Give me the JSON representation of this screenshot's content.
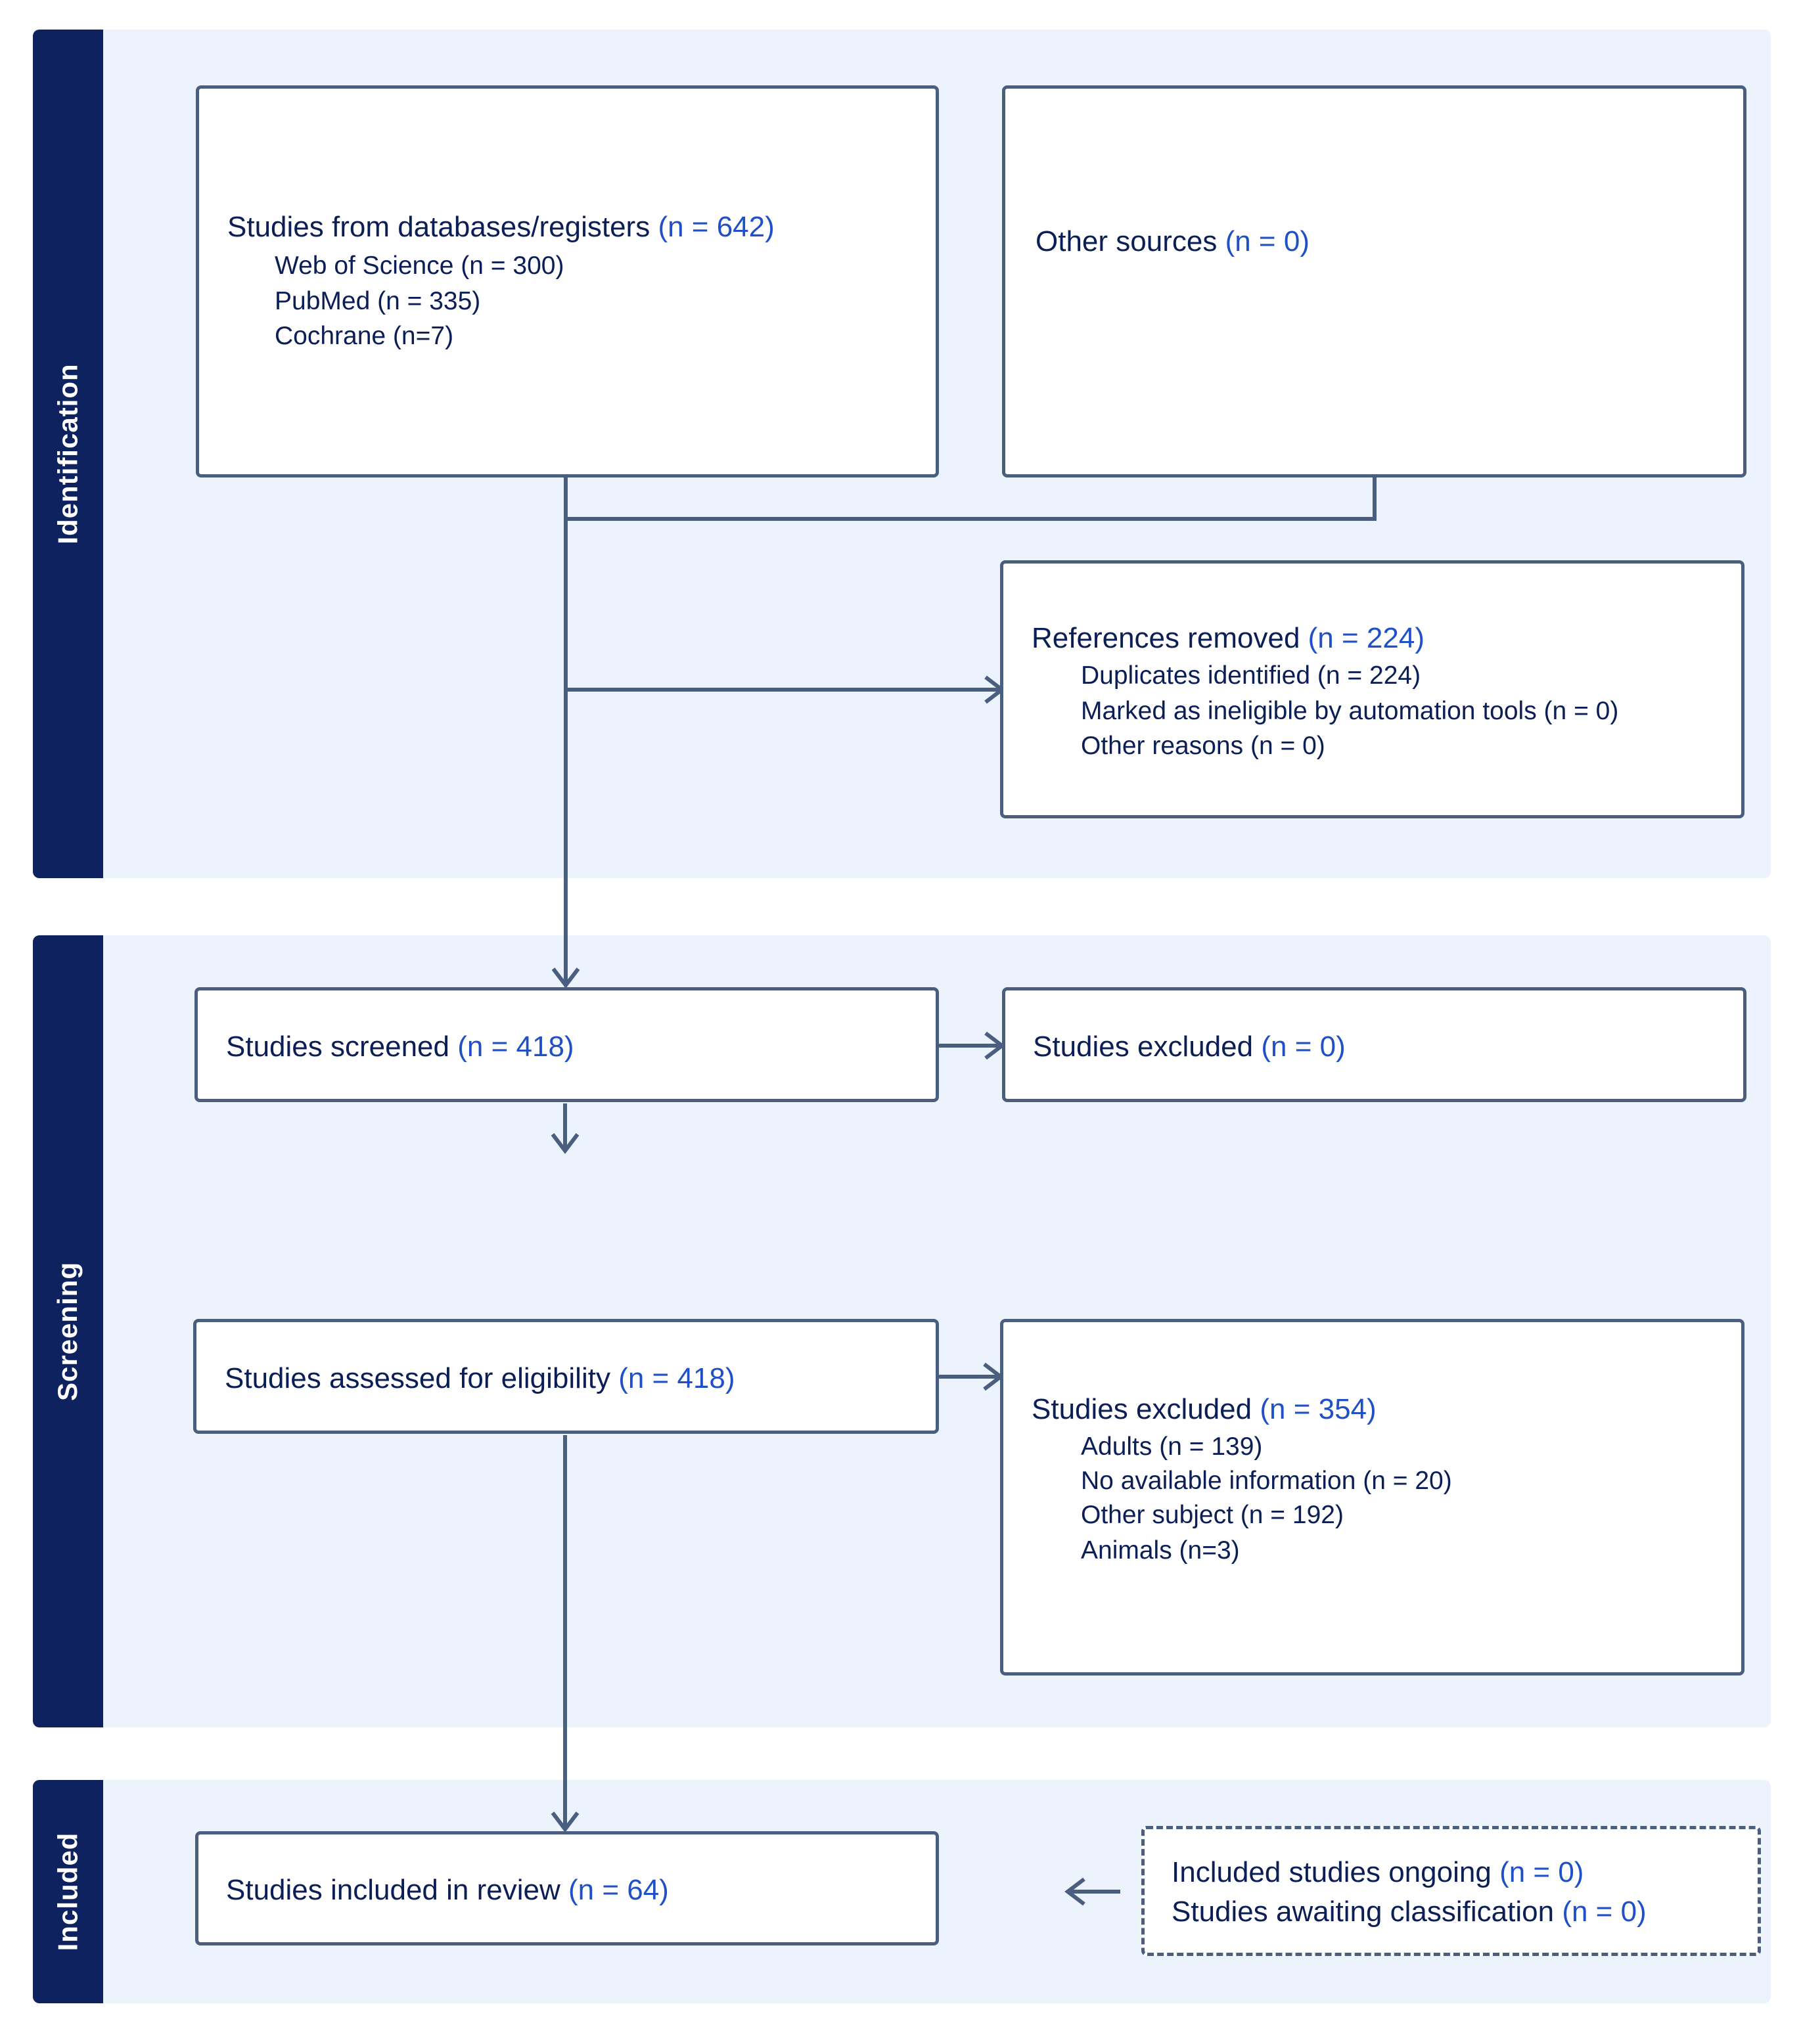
{
  "stages": {
    "identification": "Identification",
    "screening": "Screening",
    "included": "Included"
  },
  "databases": {
    "title": "Studies from databases/registers",
    "count": "(n = 642)",
    "items": [
      "Web of Science (n = 300)",
      "PubMed (n = 335)",
      "Cochrane (n=7)"
    ]
  },
  "other_sources": {
    "title": "Other sources",
    "count": "(n = 0)"
  },
  "removed": {
    "title": "References removed",
    "count": "(n = 224)",
    "items": [
      "Duplicates identified (n = 224)",
      "Marked as ineligible by automation tools (n = 0)",
      "Other reasons (n = 0)"
    ]
  },
  "screened": {
    "title": "Studies screened",
    "count": "(n = 418)"
  },
  "screened_excluded": {
    "title": "Studies excluded",
    "count": "(n = 0)"
  },
  "eligibility": {
    "title": "Studies assessed for eligibility",
    "count": "(n = 418)"
  },
  "eligibility_excluded": {
    "title": "Studies excluded",
    "count": "(n = 354)",
    "items": [
      "Adults (n = 139)",
      "No available information (n = 20)",
      "Other subject (n = 192)",
      "Animals (n=3)"
    ]
  },
  "included": {
    "title": "Studies included in review",
    "count": "(n = 64)"
  },
  "ongoing": {
    "line1_title": "Included studies ongoing",
    "line1_count": "(n = 0)",
    "line2_title": "Studies awaiting classification",
    "line2_count": "(n = 0)"
  },
  "colors": {
    "band": "#edf3fd",
    "stage_bar": "#0e2260",
    "box_border": "#4a5e80",
    "count_text": "#2050c8",
    "body_text": "#0b1e55"
  }
}
